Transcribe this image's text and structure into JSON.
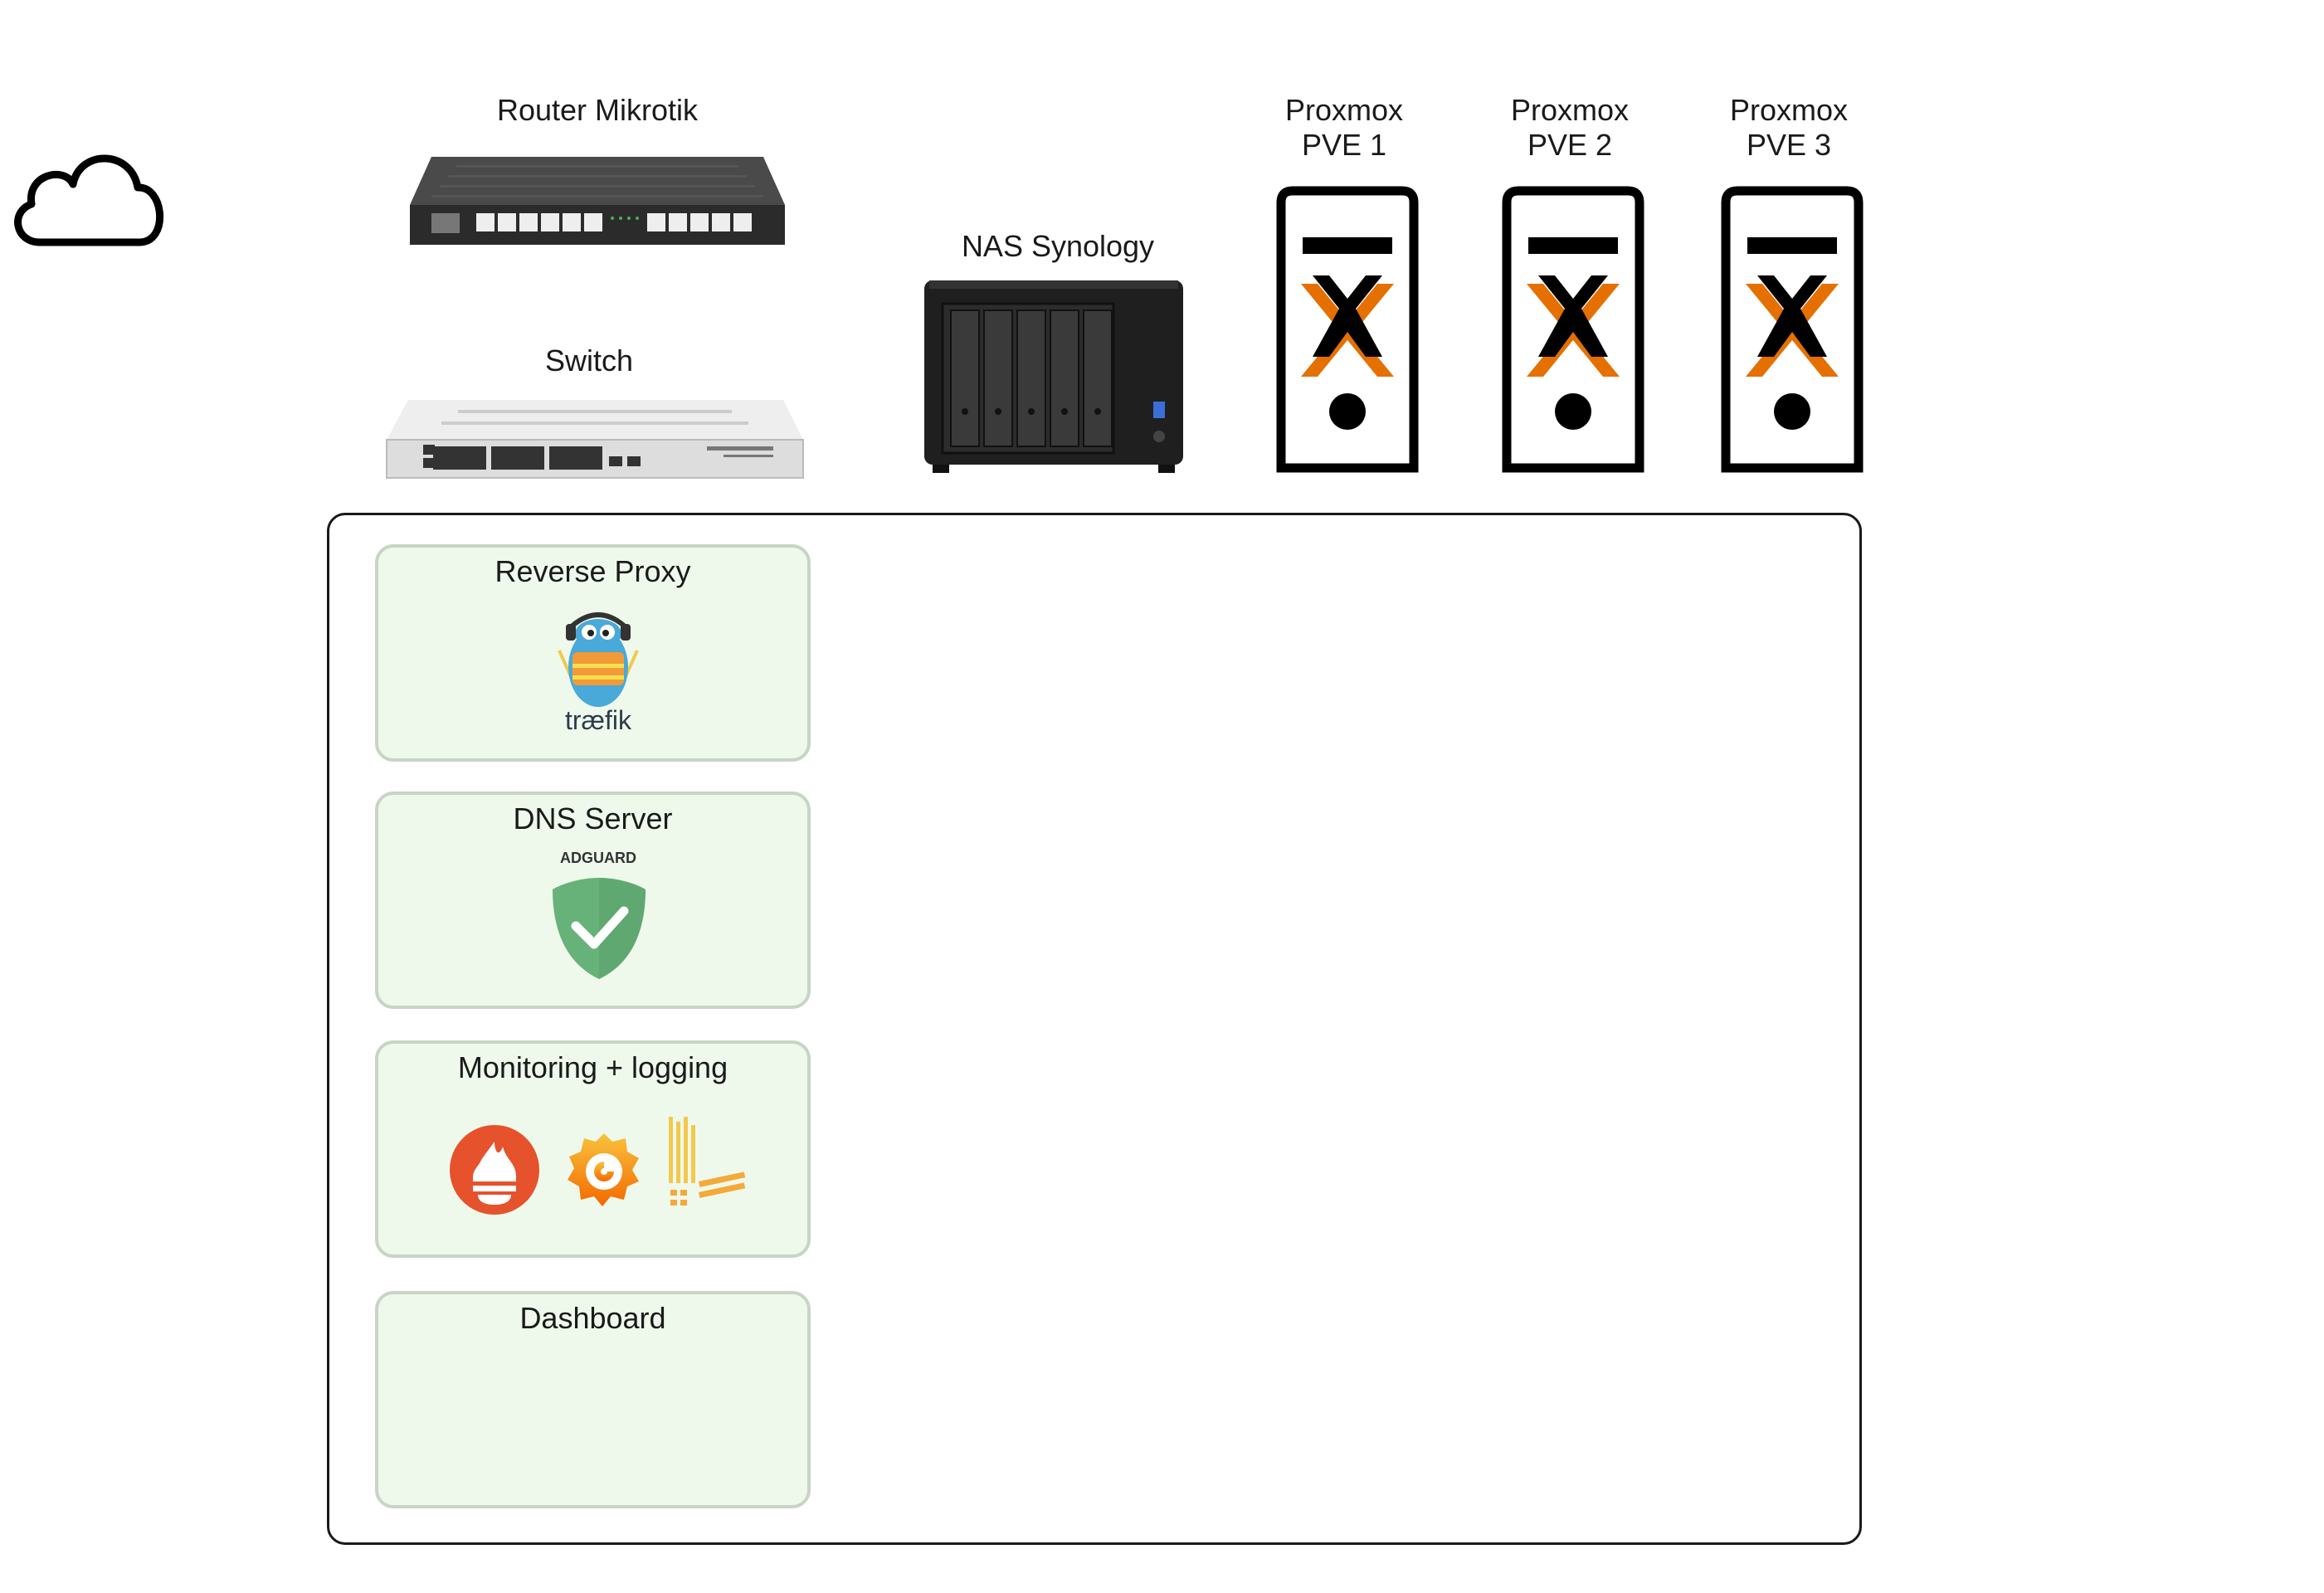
{
  "devices": {
    "router": {
      "label": "Router Mikrotik"
    },
    "switch": {
      "label": "Switch"
    },
    "nas": {
      "label": "NAS Synology"
    },
    "pve1": {
      "label": "Proxmox\nPVE 1"
    },
    "pve2": {
      "label": "Proxmox\nPVE 2"
    },
    "pve3": {
      "label": "Proxmox\nPVE 3"
    }
  },
  "services": {
    "reverse_proxy": {
      "title": "Reverse Proxy",
      "logo_text": "træfik"
    },
    "dns": {
      "title": "DNS Server",
      "logo_text": "ADGUARD"
    },
    "monitoring": {
      "title": "Monitoring + logging"
    },
    "dashboard": {
      "title": "Dashboard"
    }
  },
  "colors": {
    "service_fill": "#eef9ec",
    "service_border": "#c8d4c6",
    "proxmox_orange": "#e57000",
    "adguard_green": "#67b279",
    "prometheus": "#e6522c",
    "grafana": "#f46800",
    "loki": "#f2c94c"
  },
  "icons": [
    "cloud-icon",
    "router-icon",
    "switch-icon",
    "nas-icon",
    "server-icon",
    "proxmox-icon",
    "traefik-icon",
    "adguard-icon",
    "prometheus-icon",
    "grafana-icon",
    "loki-icon"
  ]
}
